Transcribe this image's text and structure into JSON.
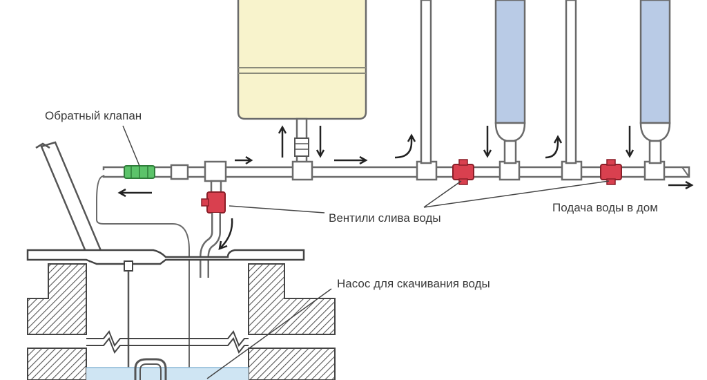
{
  "labels": {
    "check_valve": "Обратный клапан",
    "drain_valves": "Вентили слива воды",
    "house_supply": "Подача воды в дом",
    "pump": "Насос для скачивания воды"
  },
  "colors": {
    "tank": "#f8f3cc",
    "filter_water": "#b9cbe6",
    "check_valve": "#5cc36a",
    "drain_valve": "#d9404f",
    "well_water": "#cfe5f3",
    "pipe_stroke": "#6a6a6a"
  }
}
